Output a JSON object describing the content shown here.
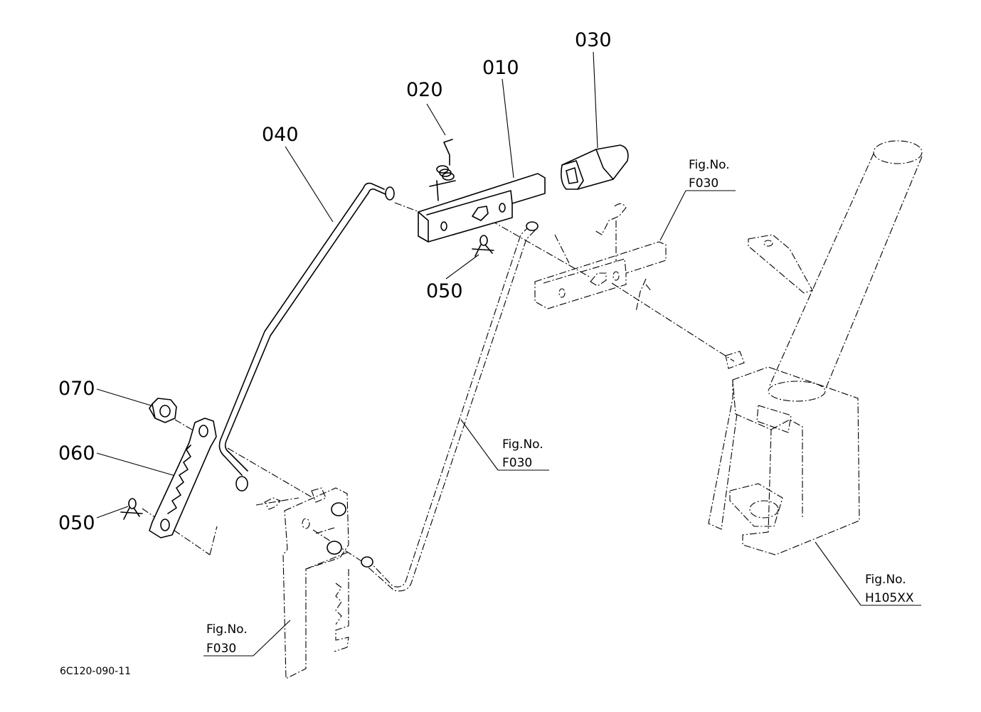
{
  "parts": [
    {
      "number": "010"
    },
    {
      "number": "020"
    },
    {
      "number": "030"
    },
    {
      "number": "040"
    },
    {
      "number": "050"
    },
    {
      "number": "050"
    },
    {
      "number": "060"
    },
    {
      "number": "070"
    }
  ],
  "figure_refs": [
    {
      "prefix": "Fig.No.",
      "id": "F030"
    },
    {
      "prefix": "Fig.No.",
      "id": "F030"
    },
    {
      "prefix": "Fig.No.",
      "id": "F030"
    },
    {
      "prefix": "Fig.No.",
      "id": "H105XX"
    }
  ],
  "drawing_code": "6C120-090-11"
}
